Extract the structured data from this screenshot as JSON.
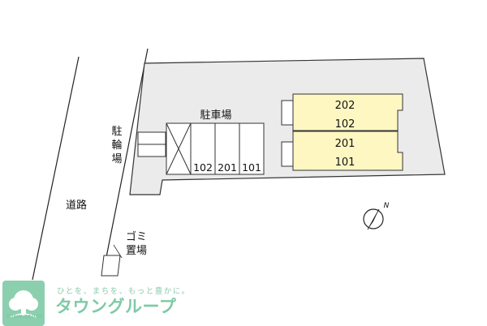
{
  "units": {
    "upper_top": "202",
    "upper_bottom": "102",
    "lower_top": "201",
    "lower_bottom": "101"
  },
  "parking": {
    "label": "駐車場",
    "slots": [
      "102",
      "201",
      "101"
    ]
  },
  "bicycle_parking": [
    "駐",
    "輪",
    "場"
  ],
  "road": "道路",
  "garbage": [
    "ゴミ",
    "置場"
  ],
  "compass": {
    "north_label": "N",
    "icon": "north-arrow-icon"
  },
  "logo": {
    "company_en": "TOWN GROUP",
    "tagline": "ひとを、まちを、もっと豊かに。",
    "brand_ja": "タウングループ",
    "accent_color": "#7fcaa6"
  }
}
